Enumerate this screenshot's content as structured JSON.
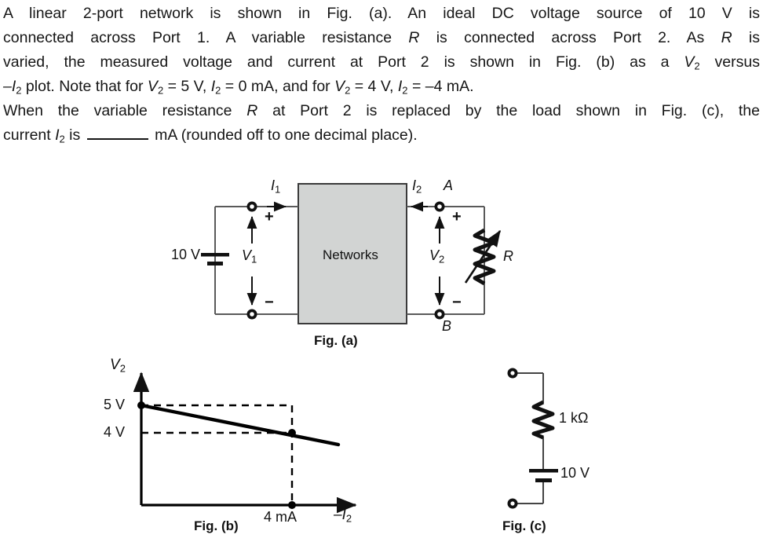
{
  "question": {
    "lines": [
      "A linear 2-port network is shown in Fig. (a). An ideal DC voltage source of 10 V is",
      "connected across Port 1. A variable resistance R is connected across Port 2. As R is",
      "varied, the measured voltage and current at Port 2 is shown in Fig. (b) as a V2 versus",
      "–I2 plot. Note that for V2 = 5 V, I2 = 0 mA, and for V2 = 4 V, I2 = –4 mA.",
      "When the variable resistance R at Port 2 is replaced by the load shown in Fig. (c), the",
      "current I2 is ______ mA (rounded off to one decimal place)."
    ],
    "line1": {
      "a": "A linear 2-port network is shown in Fig. (a). An ideal DC voltage source of 10 V is"
    },
    "line2": {
      "a": "connected across Port 1. A variable resistance ",
      "r": "R",
      "b": " is connected across Port 2. As ",
      "r2": "R",
      "c": " is"
    },
    "line3": {
      "a": "varied, the measured voltage and current at Port 2 is shown in Fig. (b) as a ",
      "v": "V",
      "vsub": "2",
      "b": " versus"
    },
    "line4": {
      "minus": "–I",
      "isub": "2",
      "a": " plot. Note that for ",
      "v1": "V",
      "v1sub": "2",
      "b": " = 5 V, ",
      "i1": "I",
      "i1sub": "2",
      "c": " = 0 mA, and for ",
      "v2": "V",
      "v2sub": "2",
      "d": " = 4 V, ",
      "i2": "I",
      "i2sub": "2",
      "e": " = –4 mA."
    },
    "line5": {
      "a": "When the variable resistance ",
      "r": "R",
      "b": " at Port 2 is replaced by the load shown in Fig. (c), the"
    },
    "line6": {
      "a": "current ",
      "i": "I",
      "isub": "2",
      "b": " is ",
      "c": " mA (rounded off to one decimal place)."
    }
  },
  "fig_a": {
    "caption": "Fig. (a)",
    "box_label": "Networks",
    "source_label": "10 V",
    "i1_label": "I",
    "i1_sub": "1",
    "i2_label": "I",
    "i2_sub": "2",
    "v1_label": "V",
    "v1_sub": "1",
    "v2_label": "V",
    "v2_sub": "2",
    "node_a": "A",
    "node_b": "B",
    "resistor_label": "R",
    "plus_left": "+",
    "minus_left": "−",
    "plus_right": "+",
    "minus_right": "−",
    "box_fill": "#d2d4d3",
    "box_stroke": "#3a3a3a",
    "wire_color": "#5a5a5a"
  },
  "fig_b": {
    "caption": "Fig. (b)",
    "y_axis_label": "V",
    "y_axis_sub": "2",
    "x_axis_label": "–I",
    "x_axis_sub": "2",
    "y_tick_top": "5 V",
    "y_tick_low": "4 V",
    "x_tick": "4 mA",
    "line_color": "#000000"
  },
  "fig_c": {
    "caption": "Fig. (c)",
    "resistor_label": "1 kΩ",
    "source_label": "10 V"
  },
  "chart_data": {
    "type": "line",
    "title": "Fig. (b)",
    "xlabel": "–I2",
    "ylabel": "V2",
    "x": [
      0,
      4
    ],
    "values": [
      5,
      4
    ],
    "xticks": [
      4
    ],
    "xticklabels": [
      "4 mA"
    ],
    "yticks": [
      4,
      5
    ],
    "yticklabels": [
      "4 V",
      "5 V"
    ],
    "xlim": [
      0,
      6.2
    ],
    "ylim": [
      0,
      6.5
    ],
    "grid": false,
    "legend": null,
    "annotations": [
      "dashed guide lines at V2 = 5 V, V2 = 4 V and –I2 = 4 mA"
    ],
    "markers": [
      {
        "x": 0,
        "y": 5
      },
      {
        "x": 4,
        "y": 4
      },
      {
        "x": 4,
        "y": 0
      }
    ]
  }
}
